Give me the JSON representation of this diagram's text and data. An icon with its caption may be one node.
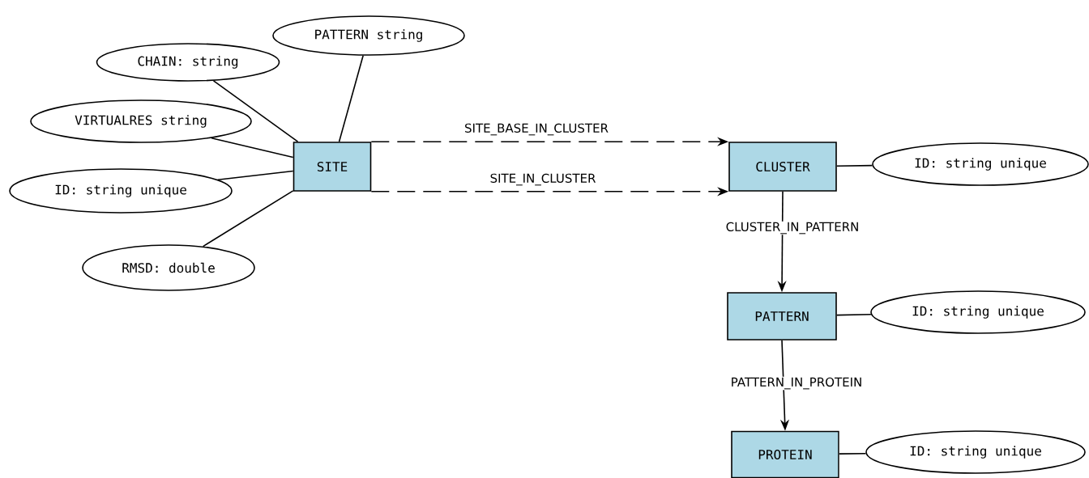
{
  "diagram": {
    "nodes": [
      {
        "text": [
          "SITE"
        ]
      },
      {
        "text": [
          "PATTERN string"
        ]
      },
      {
        "text": [
          "CHAIN: string"
        ]
      },
      {
        "text": [
          "VIRTUALRES string"
        ]
      },
      {
        "text": [
          "ID: string unique"
        ]
      },
      {
        "text": [
          "RMSD: double"
        ]
      },
      {
        "text": [
          "CLUSTER"
        ]
      },
      {
        "text": [
          "ID: string unique"
        ]
      },
      {
        "text": [
          "PATTERN"
        ]
      },
      {
        "text": [
          "ID: string unique"
        ]
      },
      {
        "text": [
          "PROTEIN"
        ]
      },
      {
        "text": [
          "ID: string unique"
        ]
      }
    ],
    "edges": [
      {
        "from": 0,
        "to": 1,
        "arrow": "none"
      },
      {
        "from": 0,
        "to": 2,
        "arrow": "none"
      },
      {
        "from": 0,
        "to": 3,
        "arrow": "none"
      },
      {
        "from": 0,
        "to": 4,
        "arrow": "none"
      },
      {
        "from": 0,
        "to": 5,
        "arrow": "none"
      },
      {
        "from": 0,
        "to": 6,
        "arrow": "to",
        "label": "SITE_BASE_IN_CLUSTER",
        "style": "dashed"
      },
      {
        "from": 0,
        "to": 6,
        "arrow": "to",
        "label": "SITE_IN_CLUSTER",
        "style": "dashed"
      },
      {
        "from": 6,
        "to": 7,
        "arrow": "none"
      },
      {
        "from": 6,
        "to": 8,
        "arrow": "to",
        "label": "CLUSTER_IN_PATTERN"
      },
      {
        "from": 8,
        "to": 9,
        "arrow": "none"
      },
      {
        "from": 8,
        "to": 10,
        "arrow": "to",
        "label": "PATTERN_IN_PROTEIN"
      },
      {
        "from": 10,
        "to": 11,
        "arrow": "none"
      }
    ]
  }
}
